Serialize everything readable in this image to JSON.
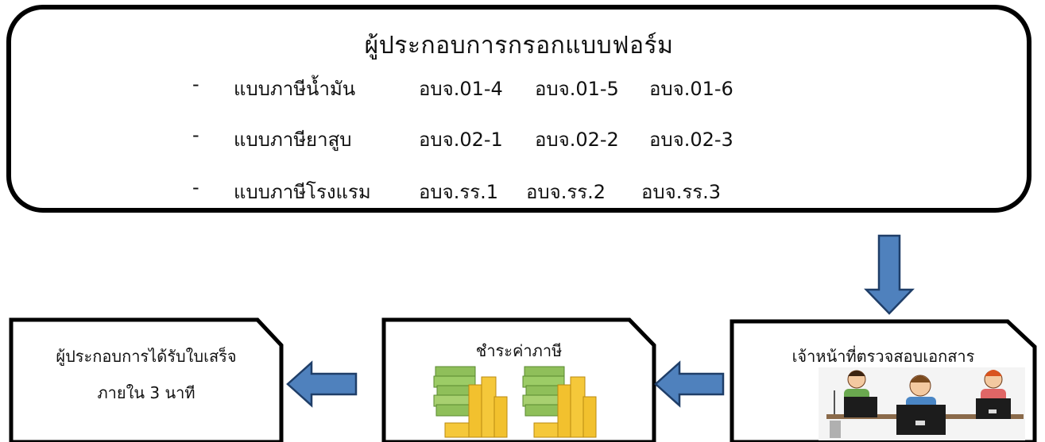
{
  "title": "ผู้ประกอบการกรอกแบบฟอร์ม",
  "form_groups": [
    {
      "dash": "-",
      "label": "แบบภาษีน้ำมัน",
      "codes": [
        "อบจ.01-4",
        "อบจ.01-5",
        "อบจ.01-6"
      ]
    },
    {
      "dash": "-",
      "label": "แบบภาษียาสูบ",
      "codes": [
        "อบจ.02-1",
        "อบจ.02-2",
        "อบจ.02-3"
      ]
    },
    {
      "dash": "-",
      "label": "แบบภาษีโรงแรม",
      "codes": [
        "อบจ.รร.1",
        "อบจ.รร.2",
        "อบจ.รร.3"
      ]
    }
  ],
  "steps": {
    "officer": {
      "label": "เจ้าหน้าที่ตรวจสอบเอกสาร",
      "image": "three-office-workers-at-computers"
    },
    "payment": {
      "label": "ชำระค่าภาษี",
      "image": "money-stacks-and-gold-coins"
    },
    "receipt": {
      "line1": "ผู้ประกอบการได้รับใบเสร็จ",
      "line2": "ภายใน 3 นาที"
    }
  },
  "colors": {
    "arrow_fill": "#4f81bd",
    "arrow_stroke": "#1f3e68",
    "border": "#000000"
  },
  "icons": [
    "arrow-down-icon",
    "arrow-left-icon",
    "money-icon",
    "office-workers-icon"
  ]
}
